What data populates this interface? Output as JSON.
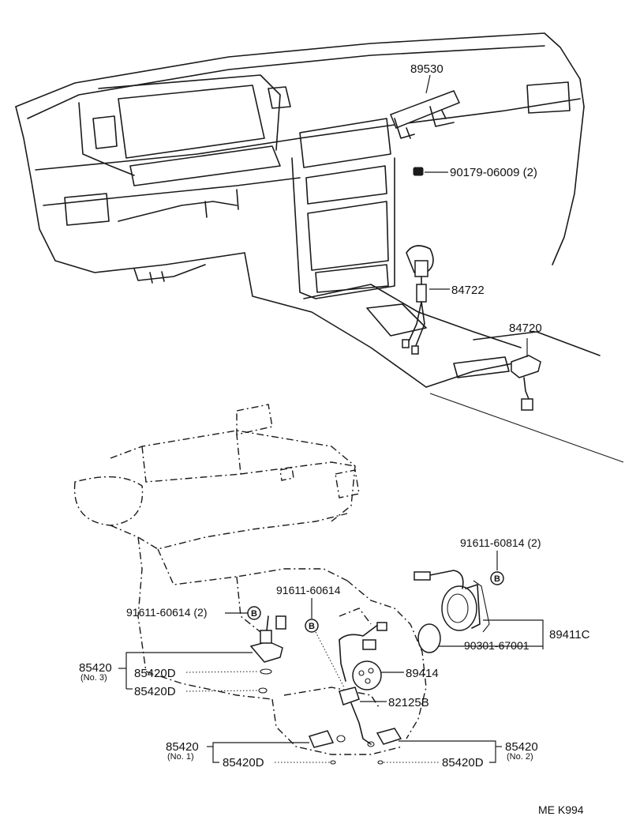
{
  "labels": {
    "p89530": "89530",
    "p90179": "90179-06009 (2)",
    "p84722": "84722",
    "p84720": "84720",
    "p91611_2": "91611-60814 (2)",
    "p91611_left": "91611-60614 (2)",
    "p91611_mid": "91611-60614",
    "p89411c": "89411C",
    "p90301": "90301-67001",
    "p89414": "89414",
    "p82125b": "82125B",
    "p85420_no3": "85420",
    "p85420_no3_sub": "(No. 3)",
    "p85420d_a": "85420D",
    "p85420d_b": "85420D",
    "p85420_no1": "85420",
    "p85420_no1_sub": "(No. 1)",
    "p85420d_c": "85420D",
    "p85420_no2": "85420",
    "p85420_no2_sub": "(No. 2)",
    "p85420d_d": "85420D",
    "bolt_b": "B",
    "ref_code": "ME  K994"
  }
}
